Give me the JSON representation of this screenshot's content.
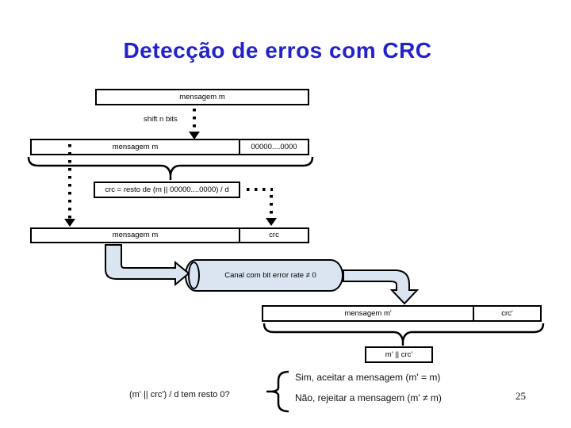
{
  "title": "Detecção de erros com CRC",
  "labels": {
    "top_message": "mensagem m",
    "shift": "shift n bits",
    "padded_message": "mensagem m",
    "padded_zeros": "00000....0000",
    "crc_formula": "crc = resto de (m || 00000....0000) / d",
    "sent_message": "mensagem m",
    "sent_crc": "crc",
    "channel": "Canal com bit error rate ≠ 0",
    "received_message": "mensagem m'",
    "received_crc": "crc'",
    "concat": "m' || crc'"
  },
  "footer": {
    "question": "(m' || crc') / d tem resto 0?",
    "yes": "Sim, aceitar a mensagem (m' = m)",
    "no": "Não, rejeitar a mensagem (m' ≠ m)",
    "page": "25"
  },
  "colors": {
    "title_blue": "#2222cc",
    "shape_fill": "#dbe5f1",
    "line": "#000000"
  }
}
